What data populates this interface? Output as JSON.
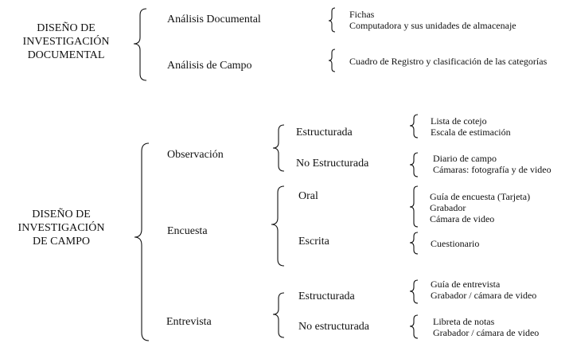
{
  "documental": {
    "title_lines": [
      "DISEÑO DE",
      "INVESTIGACIÓN",
      "DOCUMENTAL"
    ],
    "analisis_documental": {
      "label": "Análisis Documental",
      "items": [
        "Fichas",
        "Computadora y sus unidades de almacenaje"
      ]
    },
    "analisis_campo": {
      "label": "Análisis de Campo",
      "items": [
        "Cuadro de Registro y clasificación de las categorías"
      ]
    }
  },
  "campo": {
    "title_lines": [
      "DISEÑO DE",
      "INVESTIGACIÓN",
      "DE CAMPO"
    ],
    "observacion": {
      "label": "Observación",
      "estructurada": {
        "label": "Estructurada",
        "items": [
          "Lista de cotejo",
          "Escala de estimación"
        ]
      },
      "no_estructurada": {
        "label": "No Estructurada",
        "items": [
          "Diario de campo",
          "Cámaras: fotografía y de video"
        ]
      }
    },
    "encuesta": {
      "label": "Encuesta",
      "oral": {
        "label": "Oral",
        "items": [
          "Guía de encuesta (Tarjeta)",
          "Grabador",
          "Cámara de video"
        ]
      },
      "escrita": {
        "label": "Escrita",
        "items": [
          "Cuestionario"
        ]
      }
    },
    "entrevista": {
      "label": "Entrevista",
      "estructurada": {
        "label": "Estructurada",
        "items": [
          "Guía de entrevista",
          "Grabador / cámara de video"
        ]
      },
      "no_estructurada": {
        "label": "No estructurada",
        "items": [
          "Libreta de notas",
          "Grabador / cámara de video"
        ]
      }
    }
  }
}
